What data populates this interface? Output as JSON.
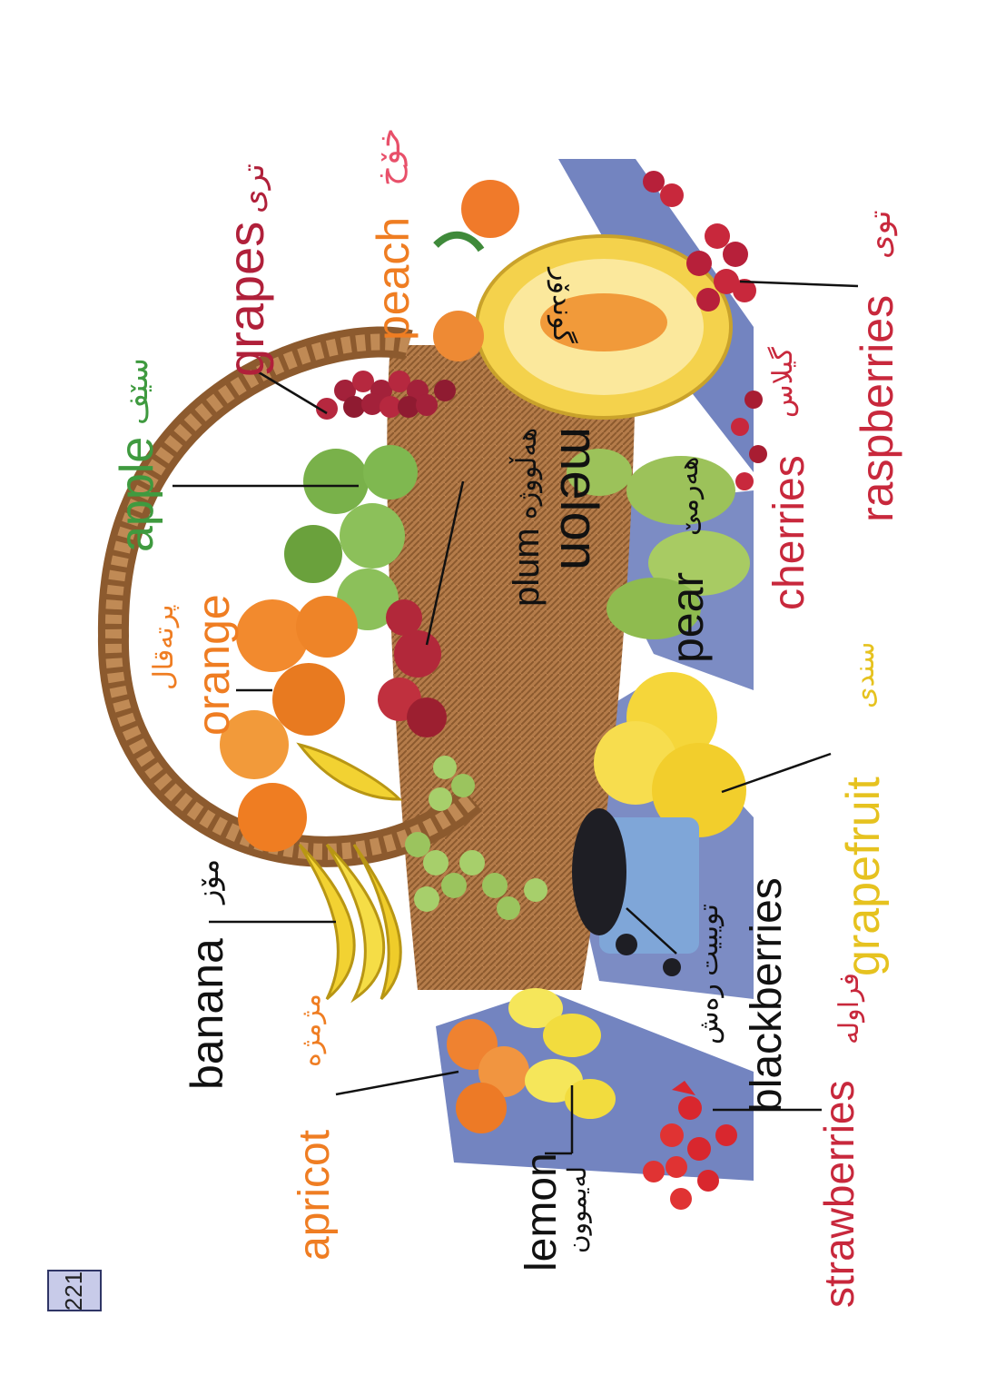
{
  "page_number": "221",
  "colors": {
    "black": "#1a1a1a",
    "green": "#3f9a3f",
    "orange": "#ef7d22",
    "red": "#c8283c",
    "crimson": "#b0203a",
    "yellow": "#e6c21f",
    "pink": "#e8506a"
  },
  "labels": {
    "banana": {
      "en": "banana",
      "ku": "مۆز"
    },
    "apricot": {
      "en": "apricot",
      "ku": "مژمژە"
    },
    "lemon": {
      "en": "lemon",
      "ku": "لەیموون"
    },
    "strawberries": {
      "en": "strawberries",
      "ku": "فراولە"
    },
    "blackberries": {
      "en": "blackberries",
      "ku": "تویبیت رەش"
    },
    "grapefruit": {
      "en": "grapefruit",
      "ku": "سندی"
    },
    "orange": {
      "en": "orange",
      "ku": "پرتەقال"
    },
    "apple": {
      "en": "apple",
      "ku": "سێف"
    },
    "grapes": {
      "en": "grapes",
      "ku": "تری"
    },
    "peach": {
      "en": "peach",
      "ku": "خۆخ"
    },
    "melon": {
      "en": "melon",
      "ku": "گوندۆر"
    },
    "plum": {
      "en": "plum",
      "ku": "هەڵووژە"
    },
    "pear": {
      "en": "pear",
      "ku": "هەرمێ"
    },
    "cherries": {
      "en": "cherries",
      "ku": "گیلاس"
    },
    "raspberries": {
      "en": "raspberries",
      "ku": "توی"
    }
  }
}
